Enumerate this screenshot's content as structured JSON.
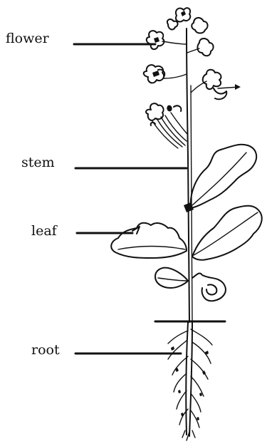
{
  "labels": {
    "flower": "flower",
    "stem": "stem",
    "leaf": "leaf",
    "root": "root"
  }
}
